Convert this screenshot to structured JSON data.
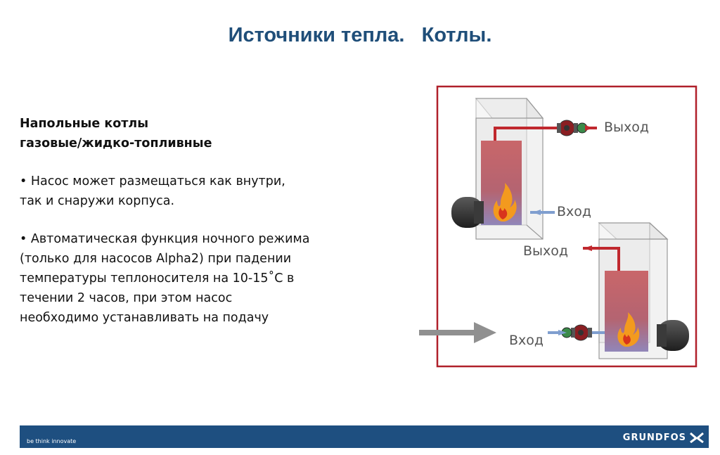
{
  "slide": {
    "title": "Источники тепла.   Котлы.",
    "subtitle_line1": "Напольные  котлы",
    "subtitle_line2": "газовые/жидко-топливные",
    "paragraph1_line1": "• Насос может размещаться как внутри,",
    "paragraph1_line2": "так и снаружи корпуса.",
    "paragraph2_line1": "• Автоматическая функция ночного режима",
    "paragraph2_line2": "(только для насосов Alpha2) при падении",
    "paragraph2_line3": "температуры теплоносителя на 10-15˚С в",
    "paragraph2_line4": "течении 2 часов, при этом насос",
    "paragraph2_line5": "необходимо устанавливать на подачу"
  },
  "diagram": {
    "top_boiler": {
      "outlet_label": "Выход",
      "inlet_label": "Вход"
    },
    "bottom_boiler": {
      "outlet_label": "Выход",
      "inlet_label": "Вход"
    },
    "colors": {
      "frame": "#b0202a",
      "boiler": "#c0282e",
      "flame": "#f39a1e",
      "arrow": "#909090"
    },
    "icons": [
      "boiler-icon",
      "flame-icon",
      "pump-icon",
      "burner-icon",
      "arrow-icon"
    ]
  },
  "footer": {
    "tagline": "be think innovate",
    "logo_text": "GRUNDFOS"
  }
}
